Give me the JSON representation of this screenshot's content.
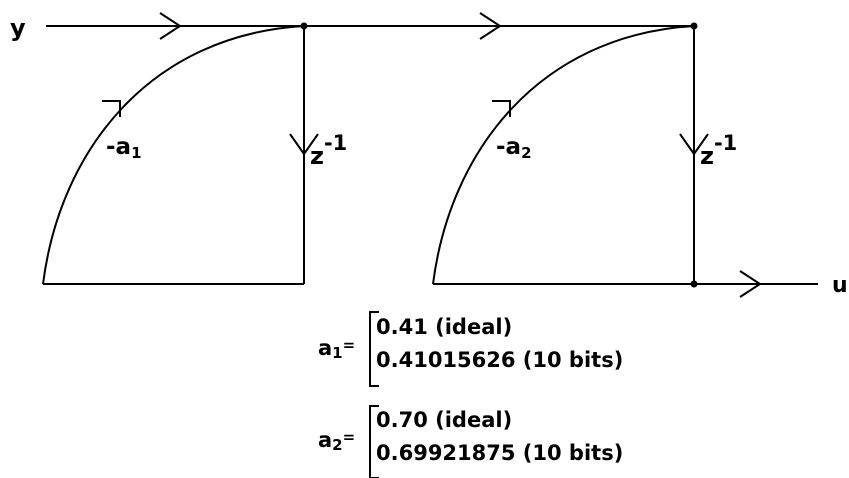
{
  "diagram": {
    "input_label": "y",
    "output_label": "u",
    "sections": [
      {
        "gain_sign": "-",
        "gain_symbol": "a",
        "gain_index": "1",
        "delay_base": "z",
        "delay_exp": "-1"
      },
      {
        "gain_sign": "-",
        "gain_symbol": "a",
        "gain_index": "2",
        "delay_base": "z",
        "delay_exp": "-1"
      }
    ]
  },
  "coefficients": [
    {
      "symbol": "a",
      "index": "1",
      "equals": "=",
      "ideal": "0.41 (ideal)",
      "quantized": "0.41015626 (10 bits)"
    },
    {
      "symbol": "a",
      "index": "2",
      "equals": "=",
      "ideal": "0.70 (ideal)",
      "quantized": "0.69921875 (10 bits)"
    }
  ]
}
